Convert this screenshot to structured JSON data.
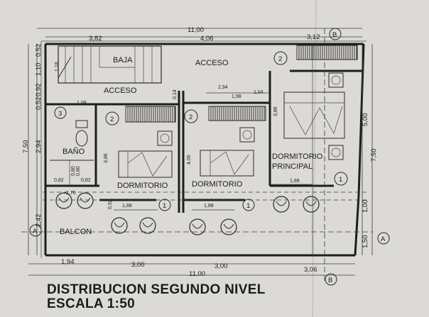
{
  "plan": {
    "rooms": {
      "baja": "BAJA",
      "acceso_center": "ACCESO",
      "acceso_left": "ACCESO",
      "bano": "BAÑO",
      "dormitorio_1": "DORMITORIO",
      "dormitorio_2": "DORMITORIO",
      "dormitorio_principal_1": "DORMITORIO",
      "dormitorio_principal_2": "PRINCIPAL",
      "balcon": "BALCON"
    },
    "dimensions": {
      "top_total": "11,00",
      "top_a": "3,82",
      "top_b": "4,06",
      "top_c": "3,12",
      "bottom_total": "11,00",
      "bottom_a": "1,94",
      "bottom_b": "3,00",
      "bottom_c": "3,00",
      "bottom_d": "3,06",
      "left_total": "7,50",
      "left_a": "0,52",
      "left_b": "1,10",
      "left_c": "0,92",
      "left_d": "0,52",
      "left_e": "2,94",
      "left_f": "2,42",
      "right_total": "7,50",
      "right_a": "5,00",
      "right_b": "1,00",
      "right_c": "1,50",
      "inner_108": "1,08",
      "inner_118": "1,18",
      "inner_014": "0,14",
      "inner_294": "2,94",
      "inner_198": "1,98",
      "inner_104": "1,04",
      "inner_386_a": "3,86",
      "inner_386_b": "3,86",
      "inner_400": "4,00",
      "inner_188_a": "1,88",
      "inner_188_b": "1,88",
      "inner_188_c": "1,88",
      "inner_176": "1,76",
      "inner_092": "0,92",
      "bath_082a": "0,82",
      "bath_082b": "0,82",
      "bath_080a": "0,80",
      "bath_080b": "0,80"
    },
    "door_tags": {
      "d1": "2",
      "d2": "2",
      "d3": "2",
      "d4": "3",
      "d5": "1",
      "d6": "1",
      "d7": "1"
    },
    "axis_tags": {
      "b_top": "B",
      "b_bottom": "B",
      "a_left": "A",
      "a_right": "A"
    }
  },
  "title": {
    "line1": "DISTRIBUCION SEGUNDO NIVEL",
    "line2": "ESCALA 1:50"
  }
}
